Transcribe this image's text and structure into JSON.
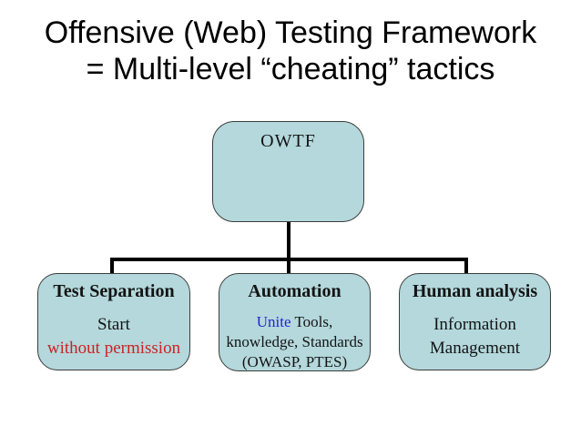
{
  "slide": {
    "title_line1": "Offensive (Web) Testing Framework",
    "title_line2": "= Multi-level “cheating” tactics"
  },
  "diagram": {
    "root": {
      "label": "OWTF"
    },
    "children": [
      {
        "header": "Test Separation",
        "line1": "Start",
        "line2": "without permission"
      },
      {
        "header": "Automation",
        "line1_blue": "Unite",
        "line1_rest": " Tools,",
        "line2": "knowledge, Standards",
        "line3": "(OWASP, PTES)"
      },
      {
        "header": "Human analysis",
        "line1": "Information",
        "line2": "Management"
      }
    ]
  },
  "colors": {
    "box-fill": "#b4d8dc",
    "box-border": "#3c3c3c",
    "connector-black": "#000000",
    "title-black": "#000000",
    "text-black": "#141414",
    "accent-red": "#cc2222",
    "accent-blue": "#2424cc"
  }
}
